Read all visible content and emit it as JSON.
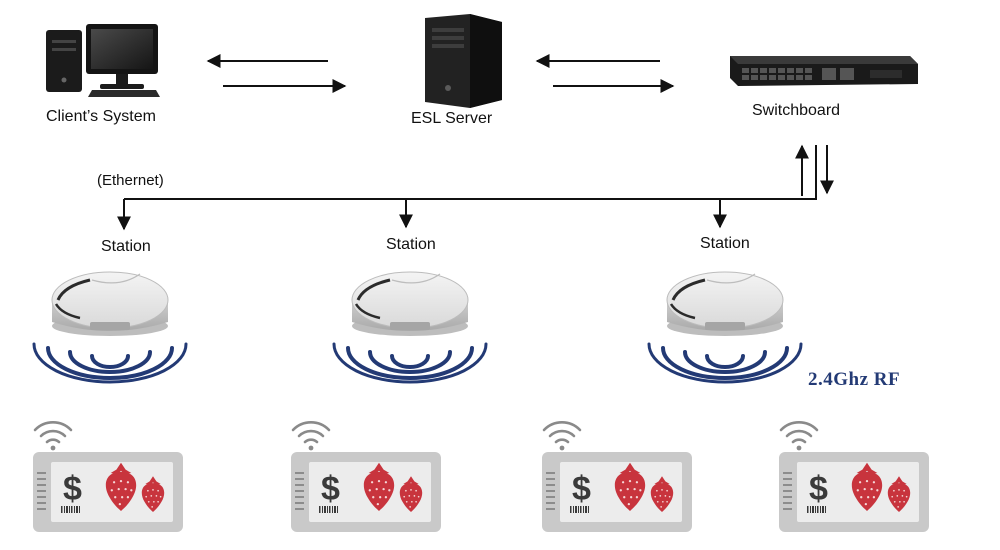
{
  "nodes": {
    "client": {
      "label": "Client’s System",
      "icon": "desktop-computer-icon"
    },
    "server": {
      "label": "ESL Server",
      "icon": "tower-server-icon"
    },
    "switch": {
      "label": "Switchboard",
      "icon": "network-switch-icon"
    },
    "stations": [
      {
        "label": "Station",
        "icon": "access-point-icon"
      },
      {
        "label": "Station",
        "icon": "access-point-icon"
      },
      {
        "label": "Station",
        "icon": "access-point-icon"
      }
    ],
    "tags": [
      {
        "symbol": "$",
        "icon": "electronic-shelf-label-icon"
      },
      {
        "symbol": "$",
        "icon": "electronic-shelf-label-icon"
      },
      {
        "symbol": "$",
        "icon": "electronic-shelf-label-icon"
      },
      {
        "symbol": "$",
        "icon": "electronic-shelf-label-icon"
      }
    ]
  },
  "ethernet_label": "(Ethernet)",
  "rf_label": "2.4Ghz RF",
  "colors": {
    "line": "#111111",
    "rf_waves": "#233a75",
    "rf_label": "#233a75",
    "tag_frame": "#c9c9c9",
    "tag_screen": "#ececec",
    "strawberry": "#c8343d",
    "wifi": "#8a8a8a"
  }
}
